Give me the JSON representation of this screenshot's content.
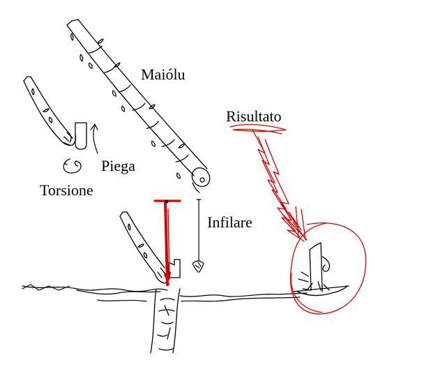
{
  "labels": {
    "maiolu": "Maiólu",
    "risultato": "Risultato",
    "piega": "Piega",
    "torsione": "Torsione",
    "infilare": "Infilare"
  },
  "colors": {
    "ink": "#000000",
    "accent": "#e00000",
    "background": "#ffffff"
  }
}
